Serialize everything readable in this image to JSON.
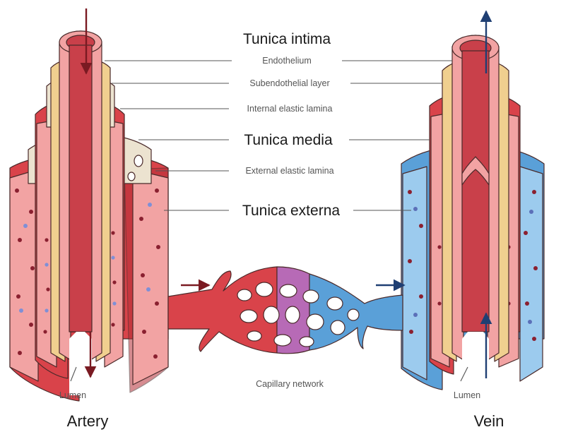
{
  "colors": {
    "artery_red": "#d9434a",
    "artery_dark": "#b52e37",
    "intima_pink": "#f2a3a3",
    "subendo_tan": "#f0cf8f",
    "elastic_cream": "#ece3d0",
    "vein_blue": "#5aa0d8",
    "vein_blue_light": "#9ccbee",
    "arrow_dark_red": "#7a1a22",
    "arrow_navy": "#1f3f73",
    "capillary_purple": "#b76ab6"
  },
  "labels": {
    "tunica_intima": "Tunica intima",
    "endothelium": "Endothelium",
    "subendothelial": "Subendothelial layer",
    "internal_elastic": "Internal elastic lamina",
    "tunica_media": "Tunica media",
    "external_elastic": "External elastic lamina",
    "tunica_externa": "Tunica externa",
    "capillary_network": "Capillary network",
    "lumen_artery": "Lumen",
    "lumen_vein": "Lumen",
    "artery": "Artery",
    "vein": "Vein"
  }
}
